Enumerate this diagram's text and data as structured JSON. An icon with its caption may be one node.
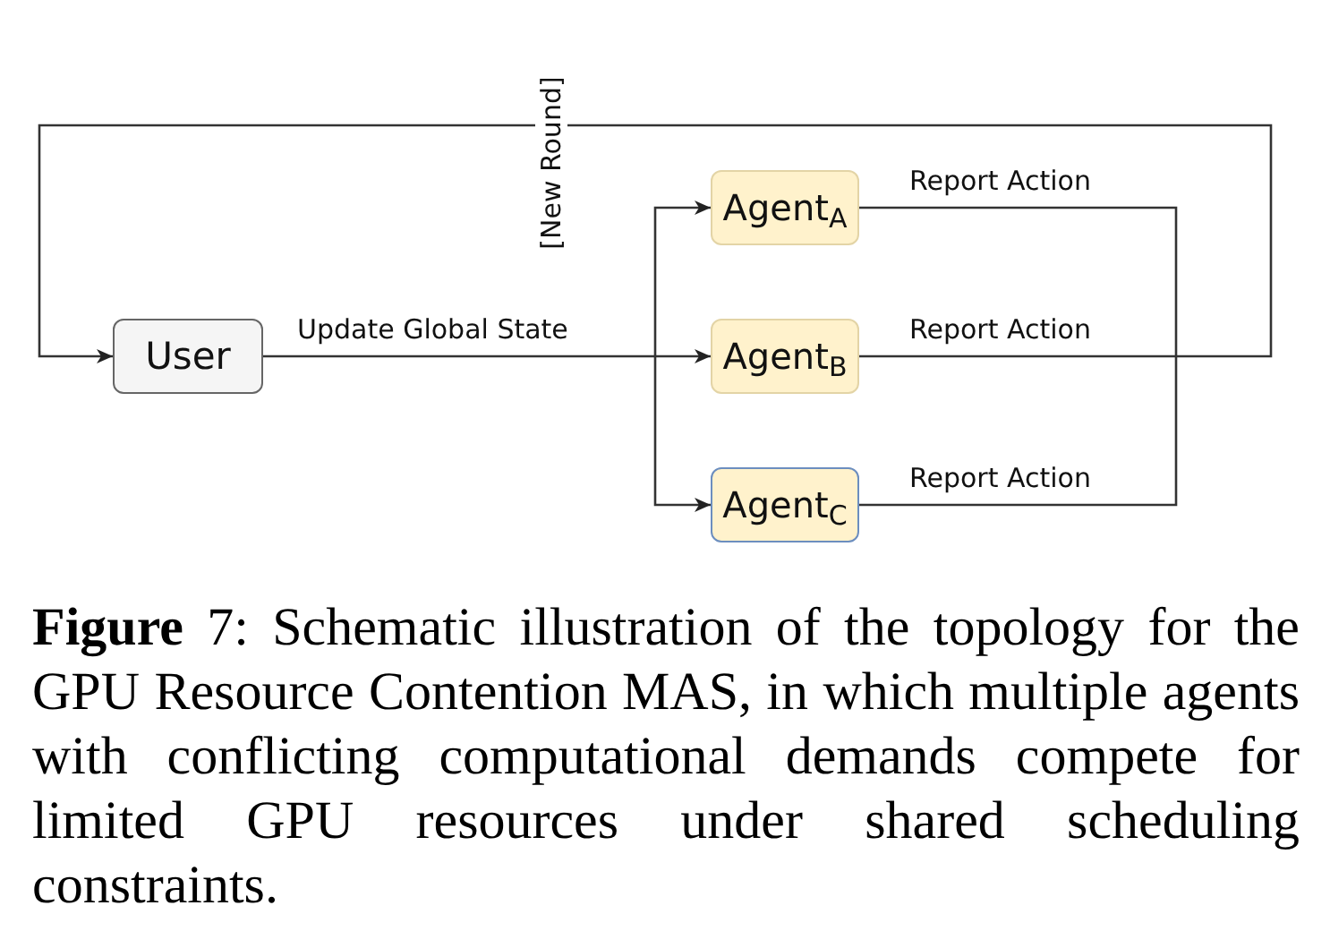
{
  "diagram": {
    "caption": "**Figure** 7: Schematic illustration of the topology for the GPU Resource Contention MAS, in which multiple agents with conflicting computational demands compete for limited GPU resources under shared scheduling constraints.",
    "nodes": [
      {
        "text": [
          "User"
        ]
      },
      {
        "text": [
          "Agent$_{A}$"
        ]
      },
      {
        "text": [
          "Agent$_{B}$"
        ]
      },
      {
        "text": [
          "Agent$_{C}$"
        ]
      }
    ],
    "edges": [
      {
        "from": 0,
        "to": 1,
        "arrow": "to"
      },
      {
        "from": 0,
        "to": 2,
        "arrow": "to",
        "label": "Update Global State"
      },
      {
        "from": 0,
        "to": 3,
        "arrow": "to"
      },
      {
        "from": 1,
        "to": 0,
        "arrow": "to",
        "label": "Report Action"
      },
      {
        "from": 2,
        "to": 0,
        "arrow": "to",
        "label": "Report Action"
      },
      {
        "from": 3,
        "to": 0,
        "arrow": "to",
        "label": "Report Action"
      }
    ],
    "labels": [
      "[New Round]"
    ]
  }
}
